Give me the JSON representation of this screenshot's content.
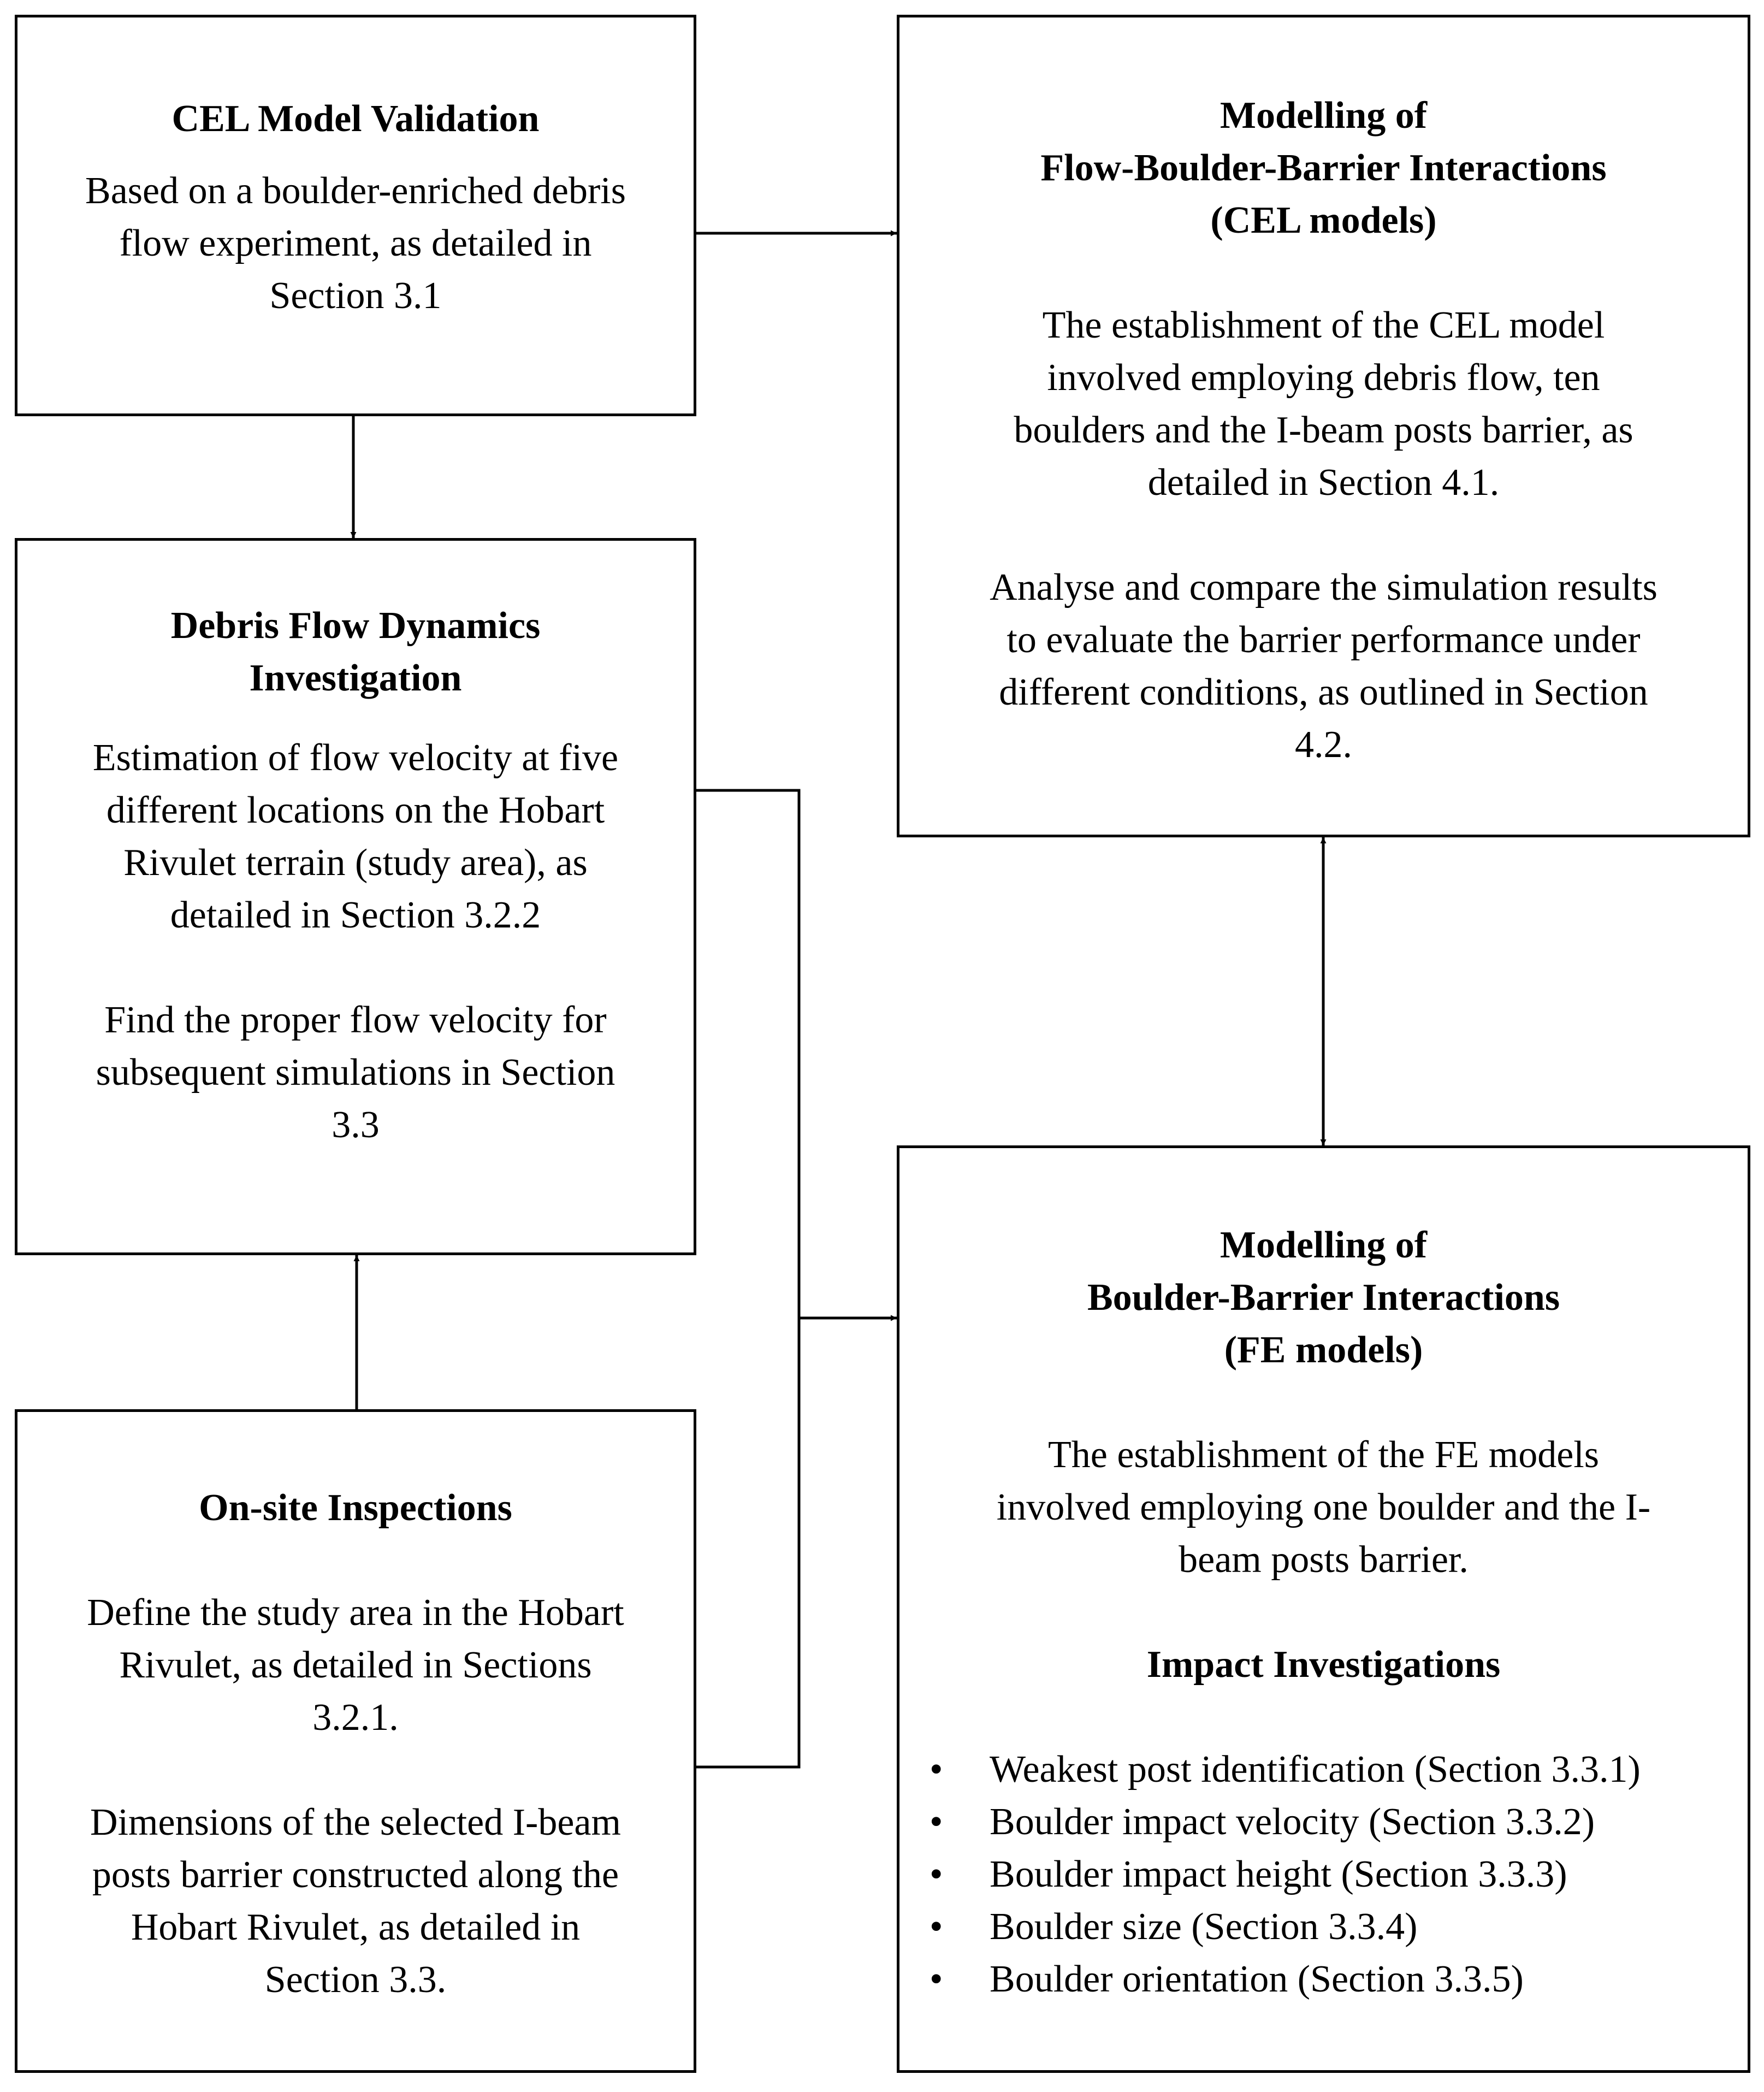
{
  "boxes": {
    "cel_validation": {
      "title": "CEL Model Validation",
      "text": [
        "Based on a boulder-enriched debris",
        "flow experiment, as detailed in",
        "Section 3.1"
      ]
    },
    "debris_flow": {
      "title": [
        "Debris Flow Dynamics",
        "Investigation"
      ],
      "para1": [
        "Estimation of flow velocity at five",
        "different locations on the Hobart",
        "Rivulet terrain (study area), as",
        "detailed in Section 3.2.2"
      ],
      "para2": [
        "Find the proper flow velocity for",
        "subsequent simulations in Section",
        "3.3"
      ]
    },
    "onsite": {
      "title": "On-site Inspections",
      "para1": [
        "Define the study area in the Hobart",
        "Rivulet, as detailed in Sections",
        "3.2.1."
      ],
      "para2": [
        "Dimensions of the selected I-beam",
        "posts barrier constructed along the",
        "Hobart Rivulet, as detailed in",
        "Section 3.3."
      ]
    },
    "flow_boulder_barrier": {
      "title": [
        "Modelling of",
        "Flow-Boulder-Barrier Interactions",
        "(CEL models)"
      ],
      "para1": [
        "The establishment of the CEL model",
        "involved employing debris flow, ten",
        "boulders and the I-beam posts barrier, as",
        "detailed in Section 4.1."
      ],
      "para2": [
        "Analyse and compare the simulation results",
        "to evaluate the barrier performance under",
        "different conditions, as outlined in Section",
        "4.2."
      ]
    },
    "boulder_barrier": {
      "title": [
        "Modelling of",
        "Boulder-Barrier Interactions",
        "(FE models)"
      ],
      "para1": [
        "The establishment of the FE models",
        "involved employing one boulder and the I-",
        "beam posts barrier."
      ],
      "subtitle": "Impact Investigations",
      "bullet_glyph": "•",
      "bullets": [
        "Weakest post identification (Section 3.3.1)",
        "Boulder impact velocity (Section 3.3.2)",
        "Boulder impact height (Section 3.3.3)",
        "Boulder size (Section 3.3.4)",
        "Boulder orientation (Section 3.3.5)"
      ]
    }
  }
}
